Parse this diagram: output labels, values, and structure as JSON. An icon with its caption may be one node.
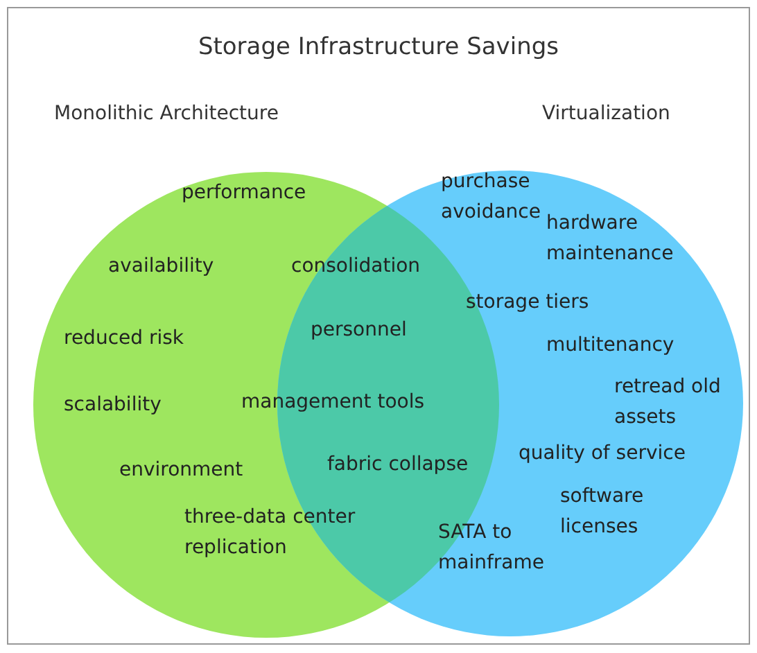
{
  "diagram": {
    "title": "Storage Infrastructure Savings",
    "nodes": [
      {
        "text": [
          "Monolithic Architecture",
          "performance",
          "availability",
          "reduced risk",
          "scalability",
          "environment"
        ]
      },
      {
        "text": [
          "Virtualization",
          "purchase avoidance",
          "hardware maintenance",
          "storage tiers",
          "multitenancy",
          "retread old assets",
          "quality of service",
          "software licenses",
          "SATA to mainframe"
        ]
      }
    ],
    "edges": [],
    "labels": [
      "consolidation",
      "personnel",
      "management tools",
      "fabric collapse",
      "three-data center replication"
    ]
  }
}
